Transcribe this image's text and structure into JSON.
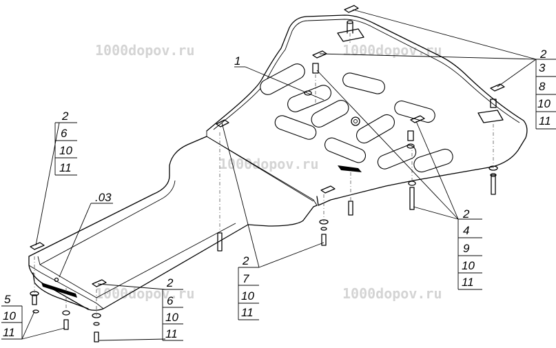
{
  "watermarks": [
    "1000dopov.ru",
    "1000dopov.ru",
    "1000dopov.ru",
    "1000dopov.ru",
    "1000dopov.ru"
  ],
  "callouts": {
    "main_plate": "1",
    "front_plate": ".03",
    "top_right": [
      "2",
      "3",
      "8",
      "10",
      "11"
    ],
    "right_middle": [
      "2",
      "4",
      "9",
      "10",
      "11"
    ],
    "center_bottom": [
      "2",
      "7",
      "10",
      "11"
    ],
    "left_top": [
      "2",
      "6",
      "10",
      "11"
    ],
    "bottom_left": [
      "5",
      "10",
      "11"
    ],
    "bottom_middle": [
      "2",
      "6",
      "10",
      "11"
    ]
  }
}
